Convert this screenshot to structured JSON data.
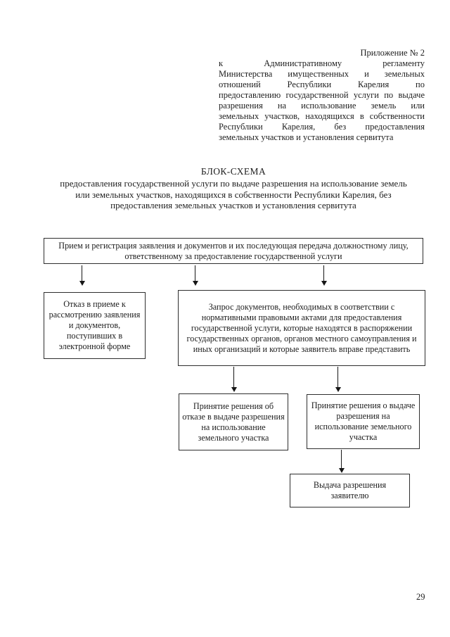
{
  "doc": {
    "appendix_label": "Приложение № 2",
    "regulation_note_lines": [
      "к Административному регламенту",
      "Министерства имущественных и земельных",
      "отношений Республики Карелия по",
      "предоставлению государственной услуги по выдаче",
      "разрешения на использование земель или",
      "земельных участков, находящихся в собственности",
      "Республики Карелия, без предоставления",
      "земельных участков и установления сервитута"
    ],
    "title": "БЛОК-СХЕМА",
    "subtitle_lines": [
      "предоставления государственной услуги по выдаче разрешения на использование земель",
      "или земельных участков, находящихся в собственности Республики Карелия, без",
      "предоставления земельных участков и установления сервитута"
    ],
    "page_number": "29"
  },
  "flowchart": {
    "boxes": {
      "intake": "Прием и регистрация заявления и документов и их последующая передача должностному лицу, ответственному за предоставление государственной услуги",
      "refusal_electronic": "Отказ в приеме к рассмотрению заявления и документов, поступивших в электронной форме",
      "request_documents": "Запрос документов, необходимых в соответствии с нормативными правовыми актами для предоставления государственной услуги, которые находятся в распоряжении государственных органов, органов местного самоуправления и иных организаций и которые заявитель вправе представить",
      "decision_refuse": "Принятие решения об отказе в выдаче разрешения на использование земельного участка",
      "decision_issue": "Принятие решения о выдаче разрешения на использование земельного участка",
      "issue_to_applicant": "Выдача разрешения заявителю"
    }
  }
}
